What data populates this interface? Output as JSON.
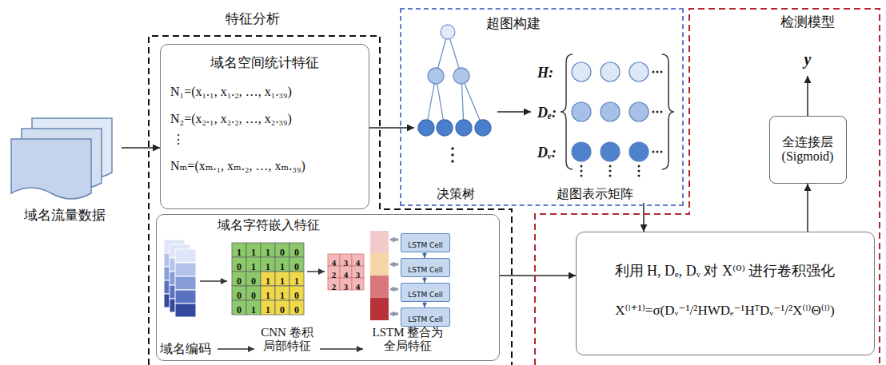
{
  "diagram": {
    "nodes": [
      {
        "text": [
          "域名流量数据"
        ]
      },
      {
        "text": [
          "特征分析"
        ]
      },
      {
        "text": [
          "域名空间统计特征",
          "N₁=(x₁.₁, x₁.₂, …, x₁.₃₉)",
          "N₂=(x₂.₁, x₂.₂, …, x₂.₃₉)",
          "⋮",
          "Nₘ=(xₘ.₁, xₘ.₂, …, xₘ.₃₉)"
        ],
        "in": 1
      },
      {
        "text": [
          "域名字符嵌入特征"
        ],
        "in": 1
      },
      {
        "text": [
          "LSTM Cell"
        ],
        "in": 3
      },
      {
        "text": [
          "LSTM Cell"
        ],
        "in": 3
      },
      {
        "text": [
          "LSTM Cell"
        ],
        "in": 3
      },
      {
        "text": [
          "LSTM Cell"
        ],
        "in": 3
      },
      {
        "text": [
          "超图构建"
        ]
      },
      {
        "text": [
          "决策树"
        ],
        "in": 8
      },
      {
        "text": [
          "H:",
          "Dₑ:",
          "Dᵥ:",
          "超图表示矩阵"
        ],
        "in": 8
      },
      {
        "text": [
          "检测模型"
        ]
      },
      {
        "text": [
          "y"
        ],
        "in": 11
      },
      {
        "text": [
          "全连接层 (Sigmoid)"
        ],
        "in": 11
      },
      {
        "text": [
          "利用 H, Dₑ, Dᵥ 对 X⁽⁰⁾ 进行卷积强化",
          "X⁽ˡ⁺¹⁾=σ(Dᵥ⁻¹/²HWDₑ⁻¹HᵀDᵥ⁻¹/²X⁽ˡ⁾Θ⁽ˡ⁾)"
        ],
        "in": 11
      }
    ],
    "edges": [
      {
        "from": 0,
        "to": 2,
        "arrow": "to"
      },
      {
        "from": 2,
        "to": 9,
        "arrow": "to"
      },
      {
        "from": 9,
        "to": 10,
        "arrow": "to"
      },
      {
        "from": 10,
        "to": 14,
        "arrow": "to"
      },
      {
        "from": 3,
        "to": 14,
        "arrow": "to"
      },
      {
        "from": 14,
        "to": 13,
        "arrow": "to"
      },
      {
        "from": 13,
        "to": 12,
        "arrow": "to"
      },
      {
        "from": 4,
        "to": 5,
        "arrow": "to"
      },
      {
        "from": 5,
        "to": 6,
        "arrow": "to"
      },
      {
        "from": 6,
        "to": 7,
        "arrow": "to"
      }
    ],
    "labels": [
      "域名编码",
      "CNN 卷积 局部特征",
      "LSTM 整合为 全局特征",
      "1",
      "1",
      "1",
      "0",
      "0",
      "0",
      "1",
      "1",
      "1",
      "0",
      "0",
      "0",
      "1",
      "1",
      "1",
      "0",
      "0",
      "1",
      "1",
      "0",
      "0",
      "1",
      "1",
      "0",
      "0",
      "4",
      "3",
      "4",
      "2",
      "4",
      "3",
      "2",
      "3",
      "4"
    ]
  }
}
